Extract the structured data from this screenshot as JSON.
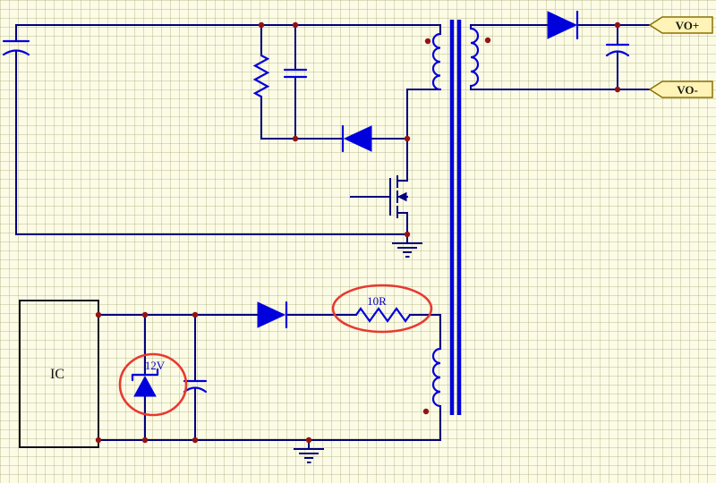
{
  "schematic": {
    "ports": [
      {
        "label": "VO+"
      },
      {
        "label": "VO-"
      }
    ],
    "labels": {
      "ic": "IC",
      "zener_voltage": "12V",
      "resistor_value": "10R"
    },
    "colors": {
      "wire": "#000080",
      "component": "#0000DC",
      "junction_dot": "#921313",
      "highlight": "#E8392F",
      "port_fill": "#FFF3B8",
      "port_border": "#8A7200",
      "background": "#FBFBE6"
    }
  }
}
